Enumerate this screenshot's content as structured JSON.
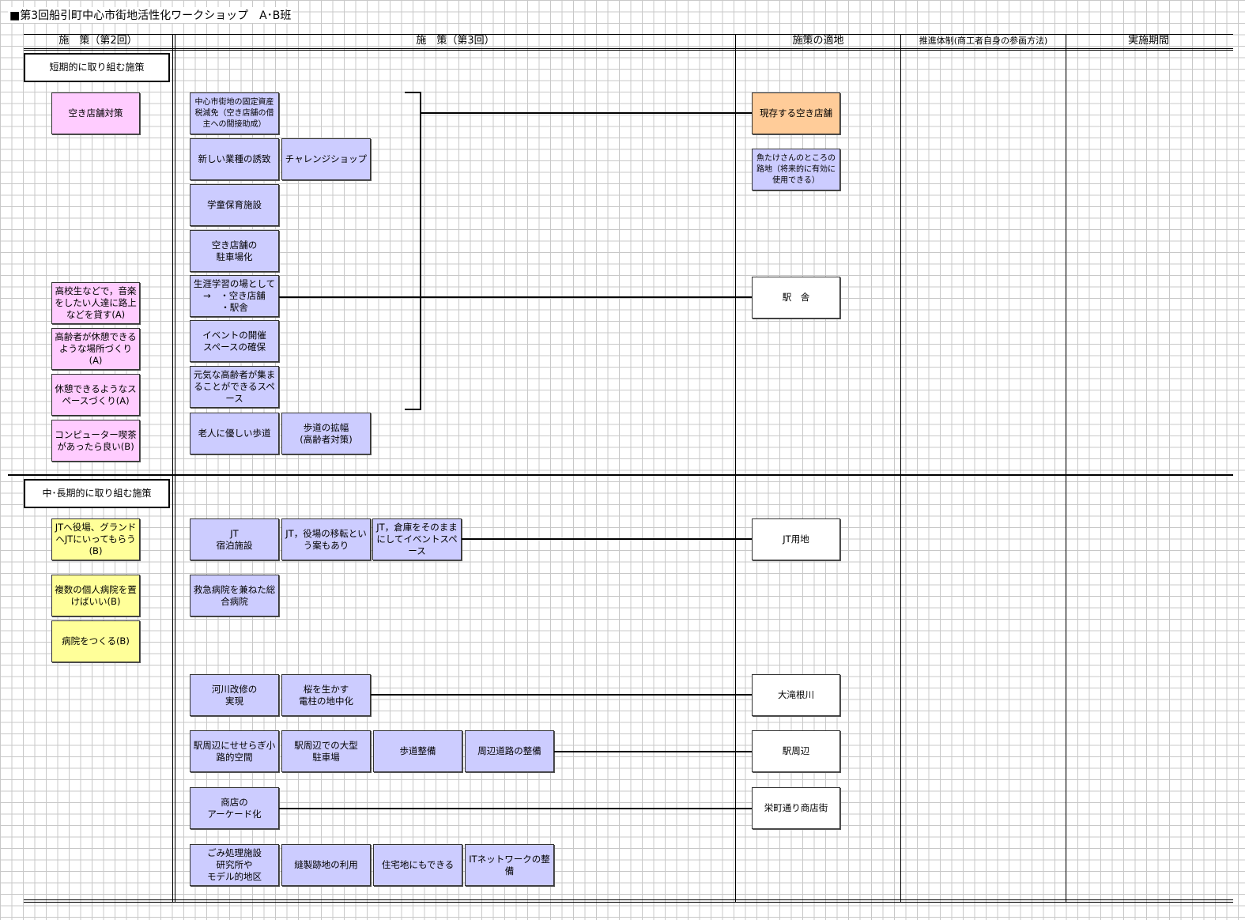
{
  "title": "■第3回船引町中心市街地活性化ワークショップ　A･B班",
  "columns": {
    "col1": "施　策（第2回）",
    "col2": "施　策（第3回）",
    "col3": "施策の適地",
    "col4": "推進体制(商工者自身の参画方法)",
    "col5": "実施期間"
  },
  "sections": {
    "short": "短期的に取り組む施策",
    "long": "中･長期的に取り組む施策"
  },
  "second_round": {
    "s1": "空き店舗対策",
    "s2": "高校生などで，音楽をしたい人達に路上などを貸す(A)",
    "s3": "高齢者が休憩できるような場所づくり(A)",
    "s4": "休憩できるようなスペースづくり(A)",
    "s5": "コンピューター喫茶があったら良い(B)",
    "l1": "JTへ役場、グランドへJTにいってもらう(B)",
    "l2": "複数の個人病院を置けばいい(B)",
    "l3": "病院をつくる(B)"
  },
  "third_round": {
    "a1": "中心市街地の固定資産税減免（空き店舗の借主への間接助成）",
    "a2": "新しい業種の誘致",
    "a3": "チャレンジショップ",
    "a4": "学童保育施設",
    "a5": "空き店舗の\n駐車場化",
    "a6": "生涯学習の場として\n→　・空き店舗\n・駅舎",
    "a7": "イベントの開催\nスペースの確保",
    "a8": "元気な高齢者が集まることができるスペース",
    "a9": "老人に優しい歩道",
    "a10": "歩道の拡幅\n(高齢者対策)",
    "b1": "JT\n宿泊施設",
    "b2": "JT，役場の移転という案もあり",
    "b3": "JT，倉庫をそのままにしてイベントスペース",
    "b4": "救急病院を兼ねた総合病院",
    "b5": "河川改修の\n実現",
    "b6": "桜を生かす\n電柱の地中化",
    "b7": "駅周辺にせせらぎ小路的空間",
    "b8": "駅周辺での大型\n駐車場",
    "b9": "歩道整備",
    "b10": "周辺道路の整備",
    "b11": "商店の\nアーケード化",
    "b12": "ごみ処理施設\n研究所や\nモデル的地区",
    "b13": "縫製跡地の利用",
    "b14": "住宅地にもできる",
    "b15": "ITネットワークの整備"
  },
  "sites": {
    "p1": "現存する空き店舗",
    "p2": "魚たけさんのところの路地（将来的に有効に使用できる）",
    "p3": "駅　舎",
    "p4": "JT用地",
    "p5": "大滝根川",
    "p6": "駅周辺",
    "p7": "栄町通り商店街"
  },
  "colors": {
    "pink": "#ffccff",
    "blue": "#ccccff",
    "yellow": "#ffff99",
    "orange": "#ffcc99",
    "grid": "#c8c8c8"
  }
}
